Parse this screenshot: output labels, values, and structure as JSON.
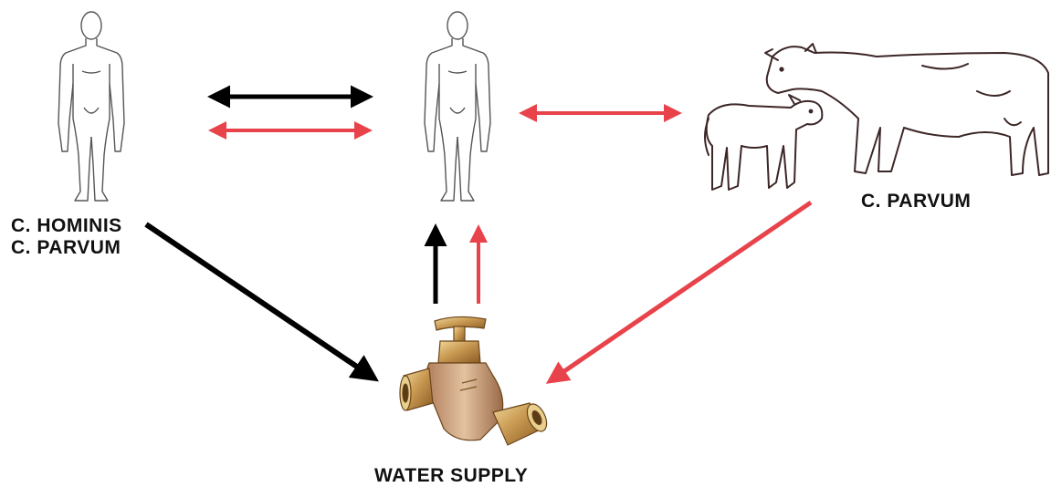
{
  "labels": {
    "left_species_1": "C. HOMINIS",
    "left_species_2": "C. PARVUM",
    "cattle_species": "C. PARVUM",
    "water_source": "WATER SUPPLY"
  },
  "icons": {
    "left_human": "human-figure-icon",
    "center_human": "human-figure-icon",
    "cattle": "cow-and-calf-icon",
    "water": "water-faucet-icon"
  },
  "colors": {
    "black_route": "#000000",
    "red_route": "#e8434b",
    "outline": "#4a3030",
    "brass": "#c9a35a"
  }
}
